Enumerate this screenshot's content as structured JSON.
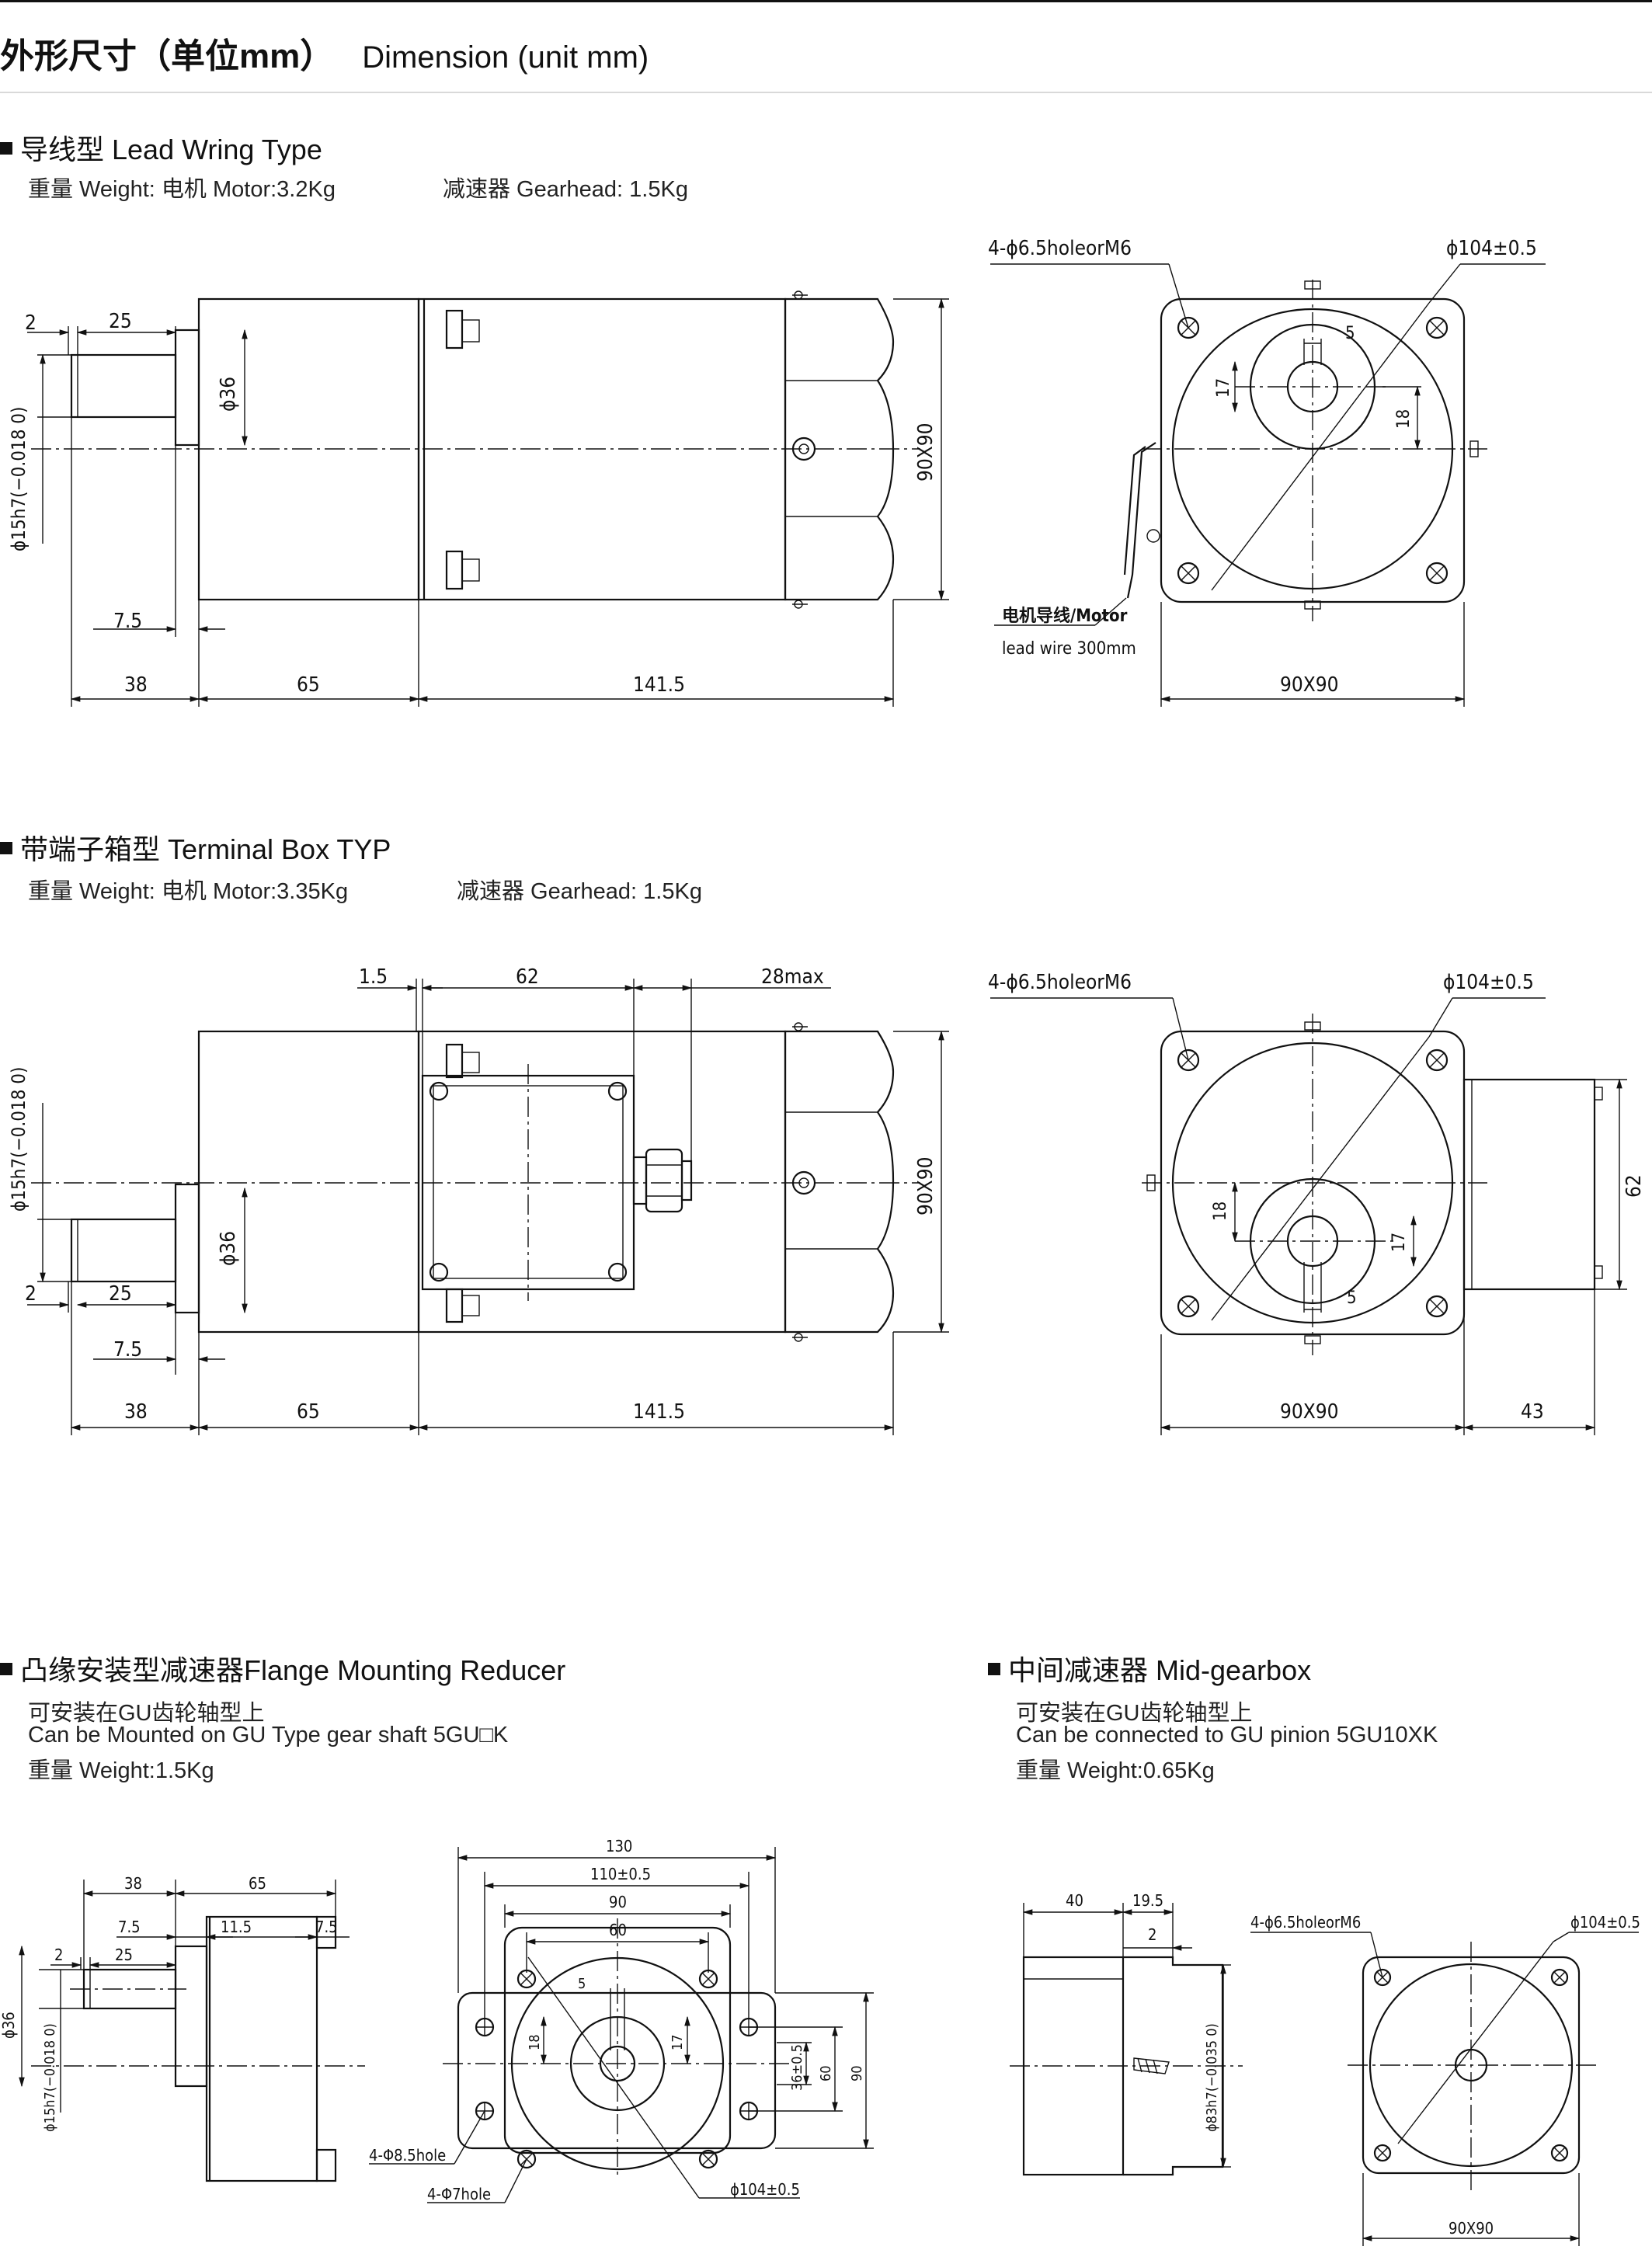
{
  "header": {
    "title_cn": "外形尺寸（单位mm）",
    "title_en": "Dimension (unit mm)"
  },
  "sections": {
    "lead": {
      "title": "导线型 Lead Wring Type",
      "weight_label": "重量 Weight:",
      "motor": "电机 Motor:3.2Kg",
      "gearhead": "减速器 Gearhead: 1.5Kg",
      "side": {
        "d2": "2",
        "d25": "25",
        "d36": "ϕ36",
        "d15": "ϕ15h7(−0.018 0)",
        "d7_5": "7.5",
        "d38": "38",
        "d65": "65",
        "d141": "141.5",
        "d90": "90X90"
      },
      "front": {
        "holes": "4-ϕ6.5holeorM6",
        "pcd": "ϕ104±0.5",
        "d5": "5",
        "d17": "17",
        "d18": "18",
        "lead1": "电机导线/Motor",
        "lead2": "lead wire 300mm",
        "d90": "90X90"
      }
    },
    "terminal": {
      "title": "带端子箱型 Terminal Box TYP",
      "weight_label": "重量 Weight:",
      "motor": "电机 Motor:3.35Kg",
      "gearhead": "减速器 Gearhead: 1.5Kg",
      "side": {
        "d1_5": "1.5",
        "d62": "62",
        "d28": "28max",
        "d15": "ϕ15h7(−0.018 0)",
        "d36": "ϕ36",
        "d2": "2",
        "d25": "25",
        "d7_5": "7.5",
        "d38": "38",
        "d65": "65",
        "d141": "141.5",
        "d90": "90X90"
      },
      "front": {
        "holes": "4-ϕ6.5holeorM6",
        "pcd": "ϕ104±0.5",
        "d18": "18",
        "d17": "17",
        "d5": "5",
        "d62": "62",
        "d90": "90X90",
        "d43": "43"
      }
    },
    "flange": {
      "title": "凸缘安装型减速器Flange Mounting Reducer",
      "line1": "可安装在GU齿轮轴型上",
      "line2": "Can be Mounted on GU Type gear shaft 5GU□K",
      "line3": "重量 Weight:1.5Kg",
      "side": {
        "d38": "38",
        "d65": "65",
        "d7_5a": "7.5",
        "d11_5": "11.5",
        "d7_5b": "7.5",
        "d2": "2",
        "d25": "25",
        "d36": "ϕ36",
        "d15": "ϕ15h7(−0.018 0)"
      },
      "front": {
        "d130": "130",
        "d110": "110±0.5",
        "d90": "90",
        "d60": "60",
        "d5": "5",
        "d18": "18",
        "d17": "17",
        "d36": "36±0.5",
        "d60v": "60",
        "d90v": "90",
        "hole85": "4-Φ8.5hole",
        "hole7": "4-Φ7hole",
        "pcd": "ϕ104±0.5"
      }
    },
    "mid": {
      "title": "中间减速器 Mid-gearbox",
      "line1": "可安装在GU齿轮轴型上",
      "line2": "Can be connected to GU pinion 5GU10XK",
      "line3": "重量 Weight:0.65Kg",
      "side": {
        "d40": "40",
        "d19_5": "19.5",
        "d2": "2",
        "d83": "ϕ83h7(−0.035 0)"
      },
      "front": {
        "holes": "4-ϕ6.5holeorM6",
        "pcd": "ϕ104±0.5",
        "d90": "90X90"
      }
    }
  }
}
